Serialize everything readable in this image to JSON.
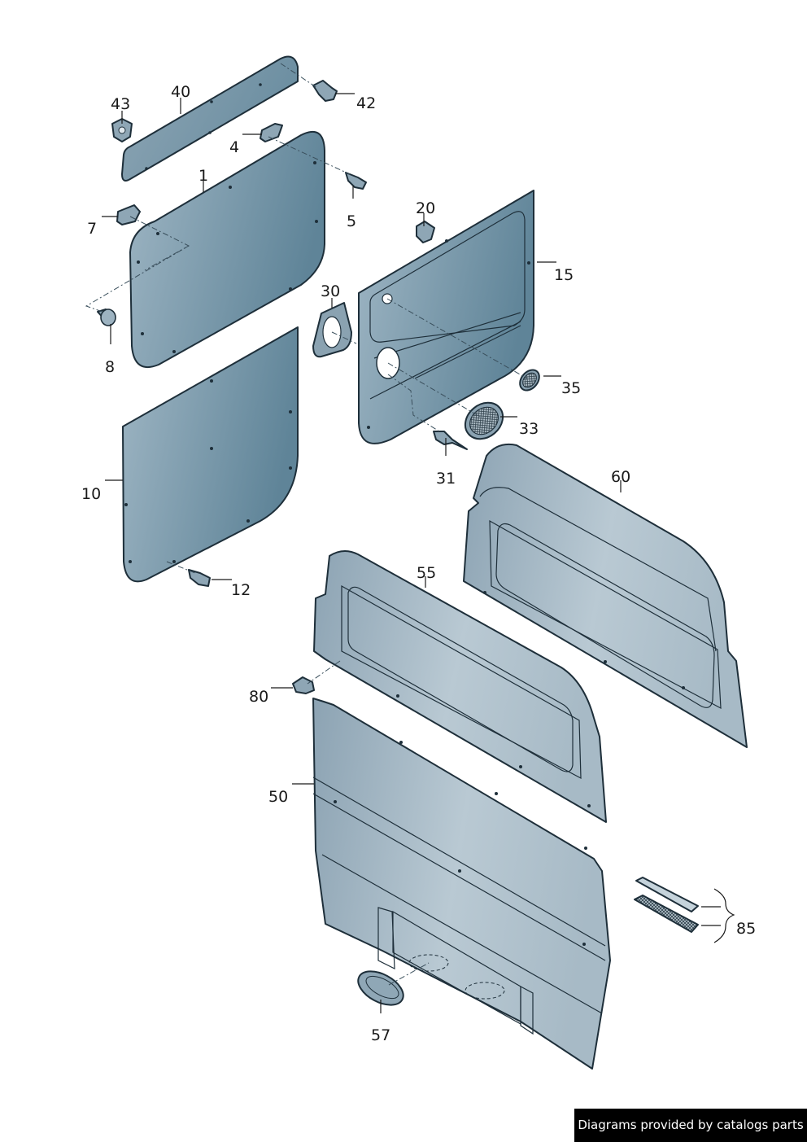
{
  "callouts": {
    "p1": "1",
    "p4": "4",
    "p5": "5",
    "p7": "7",
    "p8": "8",
    "p10": "10",
    "p12": "12",
    "p15": "15",
    "p20": "20",
    "p30": "30",
    "p31": "31",
    "p33": "33",
    "p35": "35",
    "p40": "40",
    "p42": "42",
    "p43": "43",
    "p50": "50",
    "p55": "55",
    "p57": "57",
    "p60": "60",
    "p80": "80",
    "p85": "85"
  },
  "credit": "Diagrams provided by catalogs parts"
}
